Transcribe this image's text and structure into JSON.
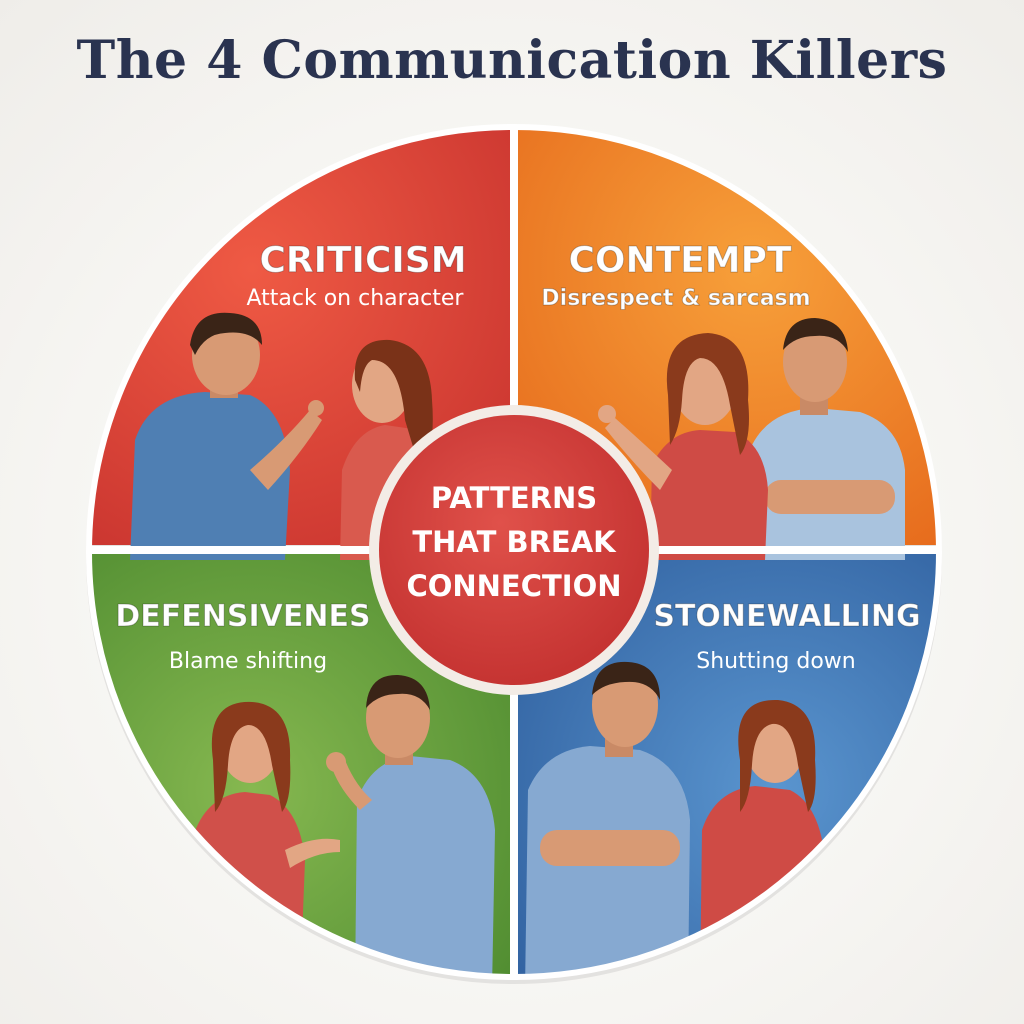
{
  "title": "The 4 Communication Killers",
  "center": {
    "lines": [
      "PATTERNS",
      "THAT BREAK",
      "CONNECTION"
    ]
  },
  "quadrants": [
    {
      "id": "criticism",
      "title": "CRITICISM",
      "subtitle": "Attack on character",
      "color": "#e2463a"
    },
    {
      "id": "contempt",
      "title": "CONTEMPT",
      "subtitle": "Disrespect & sarcasm",
      "color": "#ee7f22"
    },
    {
      "id": "defensiveness",
      "title": "DEFENSIVENES",
      "subtitle": "Blame shifting",
      "color": "#5e9e3a"
    },
    {
      "id": "stonewalling",
      "title": "STONEWALLING",
      "subtitle": "Shutting down",
      "color": "#3f78b8"
    }
  ]
}
